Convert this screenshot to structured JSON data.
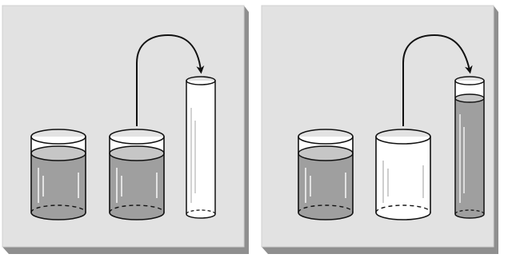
{
  "colors": {
    "background": "#ffffff",
    "panel_face": "#e2e2e2",
    "panel_shadow": "#8f8f8f",
    "liquid": "#9f9f9f",
    "liquid_top": "#c6c6c6",
    "glass": "#ffffff",
    "outline": "#111111",
    "highlight": "#ffffff",
    "glass_highlight": "#b9b9b9"
  },
  "panels": [
    {
      "id": "before",
      "containers": [
        {
          "id": "left-beaker",
          "type": "beaker",
          "filled": true
        },
        {
          "id": "middle-beaker",
          "type": "beaker",
          "filled": true
        },
        {
          "id": "tube",
          "type": "tube",
          "filled": false
        }
      ],
      "arrow": "middle-beaker-to-tube"
    },
    {
      "id": "after",
      "containers": [
        {
          "id": "left-beaker",
          "type": "beaker",
          "filled": true
        },
        {
          "id": "middle-beaker",
          "type": "beaker",
          "filled": false
        },
        {
          "id": "tube",
          "type": "tube",
          "filled": true
        }
      ],
      "arrow": "middle-beaker-to-tube"
    }
  ]
}
